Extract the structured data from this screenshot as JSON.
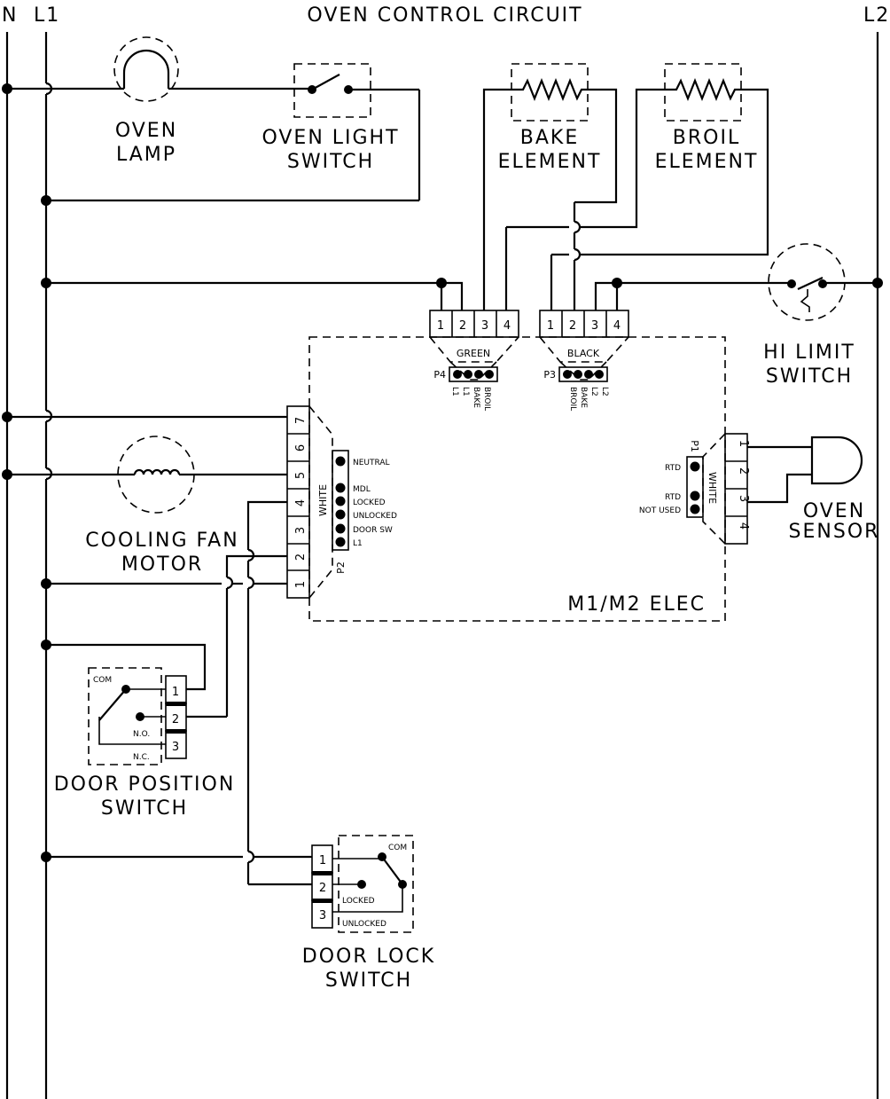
{
  "title": "OVEN CONTROL CIRCUIT",
  "rails": {
    "n": "N",
    "l1": "L1",
    "l2": "L2"
  },
  "components": {
    "oven_lamp": [
      "OVEN",
      "LAMP"
    ],
    "oven_light_switch": [
      "OVEN LIGHT",
      "SWITCH"
    ],
    "bake_element": [
      "BAKE",
      "ELEMENT"
    ],
    "broil_element": [
      "BROIL",
      "ELEMENT"
    ],
    "hi_limit_switch": [
      "HI LIMIT",
      "SWITCH"
    ],
    "cooling_fan_motor": [
      "COOLING FAN",
      "MOTOR"
    ],
    "oven_sensor": [
      "OVEN",
      "SENSOR"
    ],
    "door_position_switch": [
      "DOOR POSITION",
      "SWITCH"
    ],
    "door_lock_switch": [
      "DOOR LOCK",
      "SWITCH"
    ],
    "control_board": "M1/M2 ELEC"
  },
  "connectors": {
    "green": {
      "color": "GREEN",
      "plug": "P4",
      "pins": [
        "1",
        "2",
        "3",
        "4"
      ],
      "signals": [
        "L1",
        "L1",
        "BAKE",
        "BROIL"
      ]
    },
    "black": {
      "color": "BLACK",
      "plug": "P3",
      "pins": [
        "1",
        "2",
        "3",
        "4"
      ],
      "signals": [
        "L2",
        "L2",
        "BAKE",
        "BROIL"
      ]
    },
    "white_p2": {
      "color": "WHITE",
      "plug": "P2",
      "pins": [
        "7",
        "6",
        "5",
        "4",
        "3",
        "2",
        "1"
      ],
      "signals": [
        "NEUTRAL",
        "MDL",
        "LOCKED",
        "UNLOCKED",
        "DOOR SW",
        "L1"
      ]
    },
    "white_p1": {
      "color": "WHITE",
      "plug": "P1",
      "pins": [
        "1",
        "2",
        "3",
        "4"
      ],
      "signals": [
        "RTD",
        "RTD",
        "NOT USED"
      ]
    }
  },
  "door_position_switch": {
    "pins": [
      "1",
      "2",
      "3"
    ],
    "contacts": {
      "com": "COM",
      "no": "N.O.",
      "nc": "N.C."
    }
  },
  "door_lock_switch": {
    "pins": [
      "1",
      "2",
      "3"
    ],
    "contacts": {
      "com": "COM",
      "locked": "LOCKED",
      "unlocked": "UNLOCKED"
    }
  }
}
